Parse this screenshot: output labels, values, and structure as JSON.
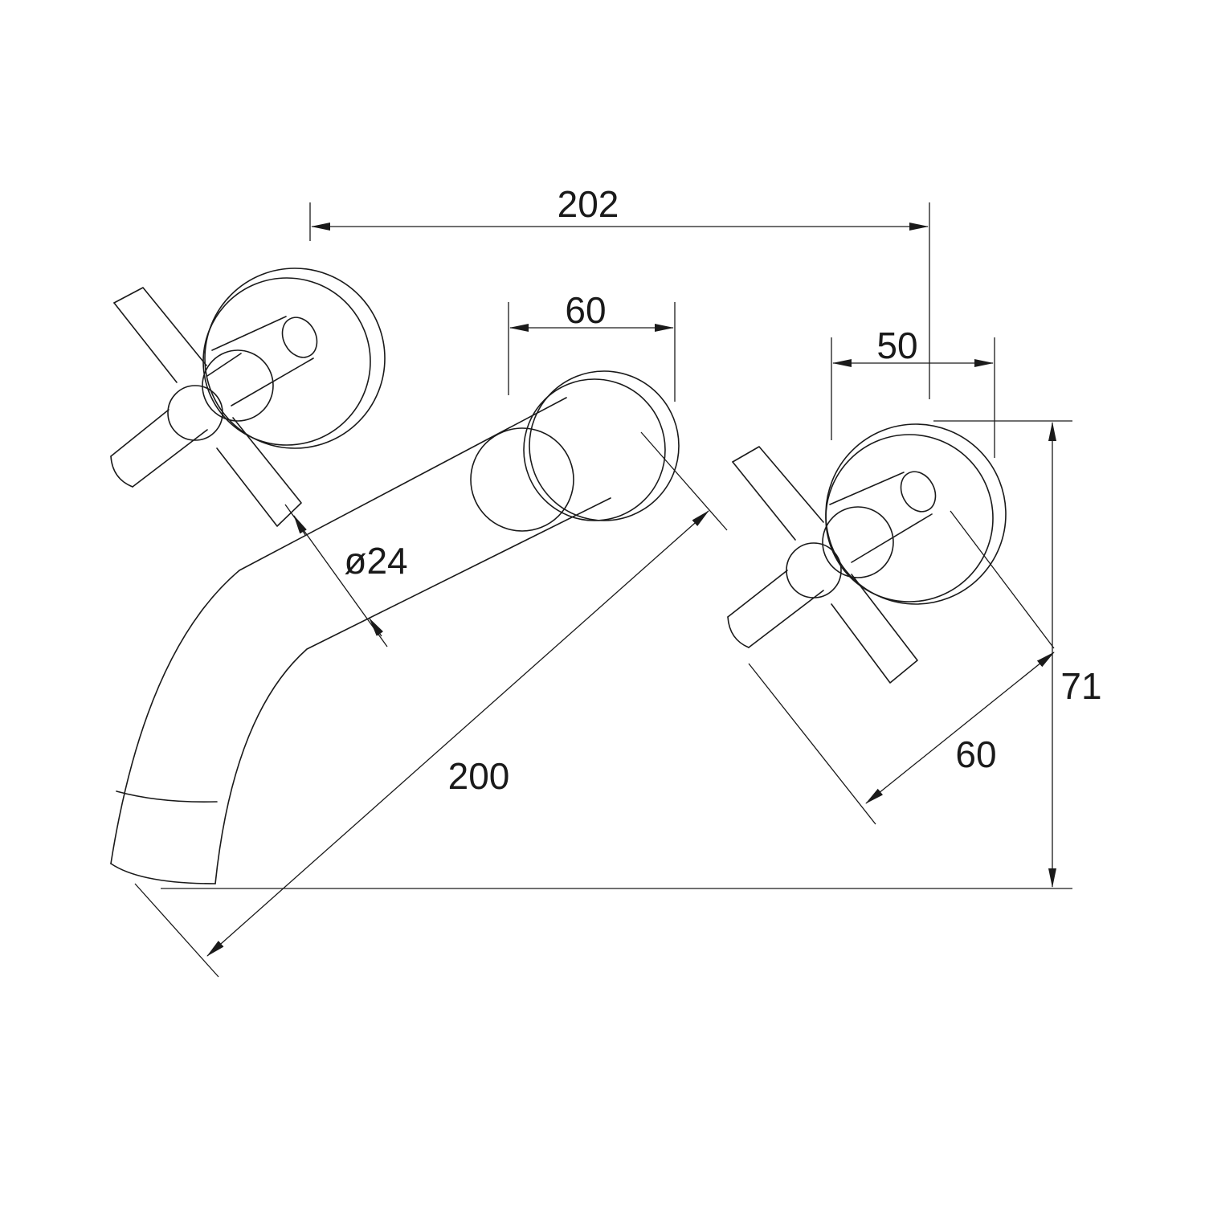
{
  "dimensions": {
    "overall_width": "202",
    "backplate_diameter": "60",
    "handle_offset": "50",
    "height": "71",
    "handle_projection": "60",
    "spout_projection": "200",
    "spout_diameter": "ø24"
  },
  "colors": {
    "line": "#1a1a1a",
    "background": "#ffffff"
  }
}
